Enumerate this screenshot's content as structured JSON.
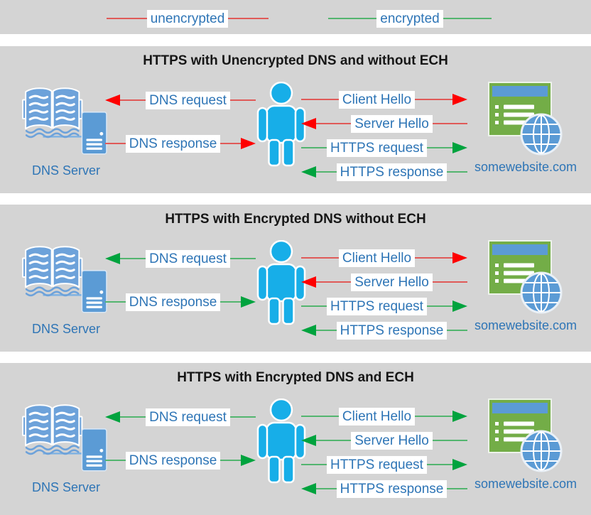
{
  "colors": {
    "unencrypted": {
      "line": "#e05a58",
      "head": "#fe0000"
    },
    "encrypted": {
      "line": "#53b56f",
      "head": "#00a33e"
    },
    "label_text": "#2e75b6",
    "title_text": "#161616",
    "panel_bg": "#d4d4d4"
  },
  "legend": {
    "items": [
      {
        "label": "unencrypted",
        "kind": "unencrypted",
        "direction": "none"
      },
      {
        "label": "encrypted",
        "kind": "encrypted",
        "direction": "none"
      }
    ]
  },
  "labels": {
    "dns_server": "DNS Server",
    "website": "somewebsite.com"
  },
  "icons": {
    "dns_server": "book-and-server-icon",
    "user": "person-icon",
    "website": "browser-globe-icon"
  },
  "panels": [
    {
      "title": "HTTPS with Unencrypted DNS and without ECH",
      "dns_arrows": [
        {
          "label": "DNS request",
          "direction": "left",
          "kind": "unencrypted"
        },
        {
          "label": "DNS response",
          "direction": "right",
          "kind": "unencrypted"
        }
      ],
      "https_arrows": [
        {
          "label": "Client Hello",
          "direction": "right",
          "kind": "unencrypted"
        },
        {
          "label": "Server Hello",
          "direction": "left",
          "kind": "unencrypted"
        },
        {
          "label": "HTTPS request",
          "direction": "right",
          "kind": "encrypted"
        },
        {
          "label": "HTTPS response",
          "direction": "left",
          "kind": "encrypted"
        }
      ]
    },
    {
      "title": "HTTPS with Encrypted DNS without ECH",
      "dns_arrows": [
        {
          "label": "DNS request",
          "direction": "left",
          "kind": "encrypted"
        },
        {
          "label": "DNS response",
          "direction": "right",
          "kind": "encrypted"
        }
      ],
      "https_arrows": [
        {
          "label": "Client Hello",
          "direction": "right",
          "kind": "unencrypted"
        },
        {
          "label": "Server Hello",
          "direction": "left",
          "kind": "unencrypted"
        },
        {
          "label": "HTTPS request",
          "direction": "right",
          "kind": "encrypted"
        },
        {
          "label": "HTTPS response",
          "direction": "left",
          "kind": "encrypted"
        }
      ]
    },
    {
      "title": "HTTPS with Encrypted DNS and ECH",
      "dns_arrows": [
        {
          "label": "DNS request",
          "direction": "left",
          "kind": "encrypted"
        },
        {
          "label": "DNS response",
          "direction": "right",
          "kind": "encrypted"
        }
      ],
      "https_arrows": [
        {
          "label": "Client Hello",
          "direction": "right",
          "kind": "encrypted"
        },
        {
          "label": "Server Hello",
          "direction": "left",
          "kind": "encrypted"
        },
        {
          "label": "HTTPS request",
          "direction": "right",
          "kind": "encrypted"
        },
        {
          "label": "HTTPS response",
          "direction": "left",
          "kind": "encrypted"
        }
      ]
    }
  ]
}
